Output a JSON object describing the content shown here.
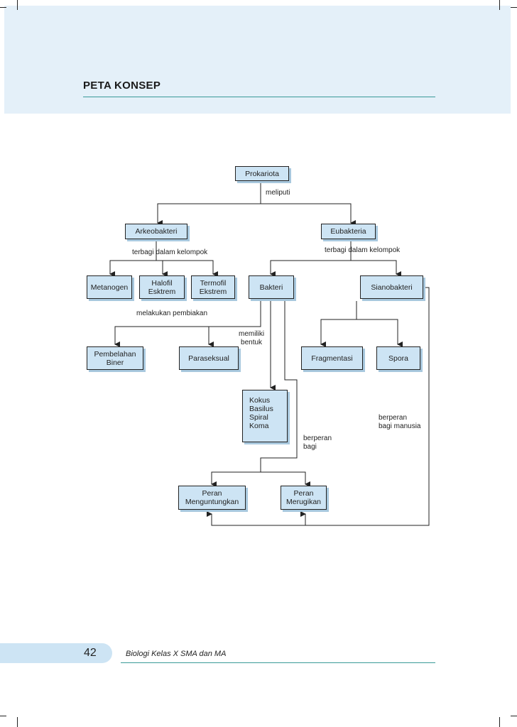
{
  "header": {
    "title": "PETA KONSEP"
  },
  "nodes": {
    "prokariota": "Prokariota",
    "arkeobakteri": "Arkeobakteri",
    "eubakteria": "Eubakteria",
    "metanogen": "Metanogen",
    "halofil": "Halofil\nEsktrem",
    "termofil": "Termofil\nEkstrem",
    "bakteri": "Bakteri",
    "sianobakteri": "Sianobakteri",
    "pembelahan": "Pembelahan\nBiner",
    "paraseksual": "Paraseksual",
    "fragmentasi": "Fragmentasi",
    "spora": "Spora",
    "bentuk": "Kokus\nBasilus\nSpiral\nKoma",
    "peran_menguntungkan": "Peran\nMenguntungkan",
    "peran_merugikan": "Peran\nMerugikan"
  },
  "edge_labels": {
    "meliputi": "meliputi",
    "terbagi_arkeo": "terbagi dalam kelompok",
    "terbagi_eu": "terbagi dalam kelompok",
    "pembiakan": "melakukan pembiakan",
    "memiliki_bentuk": "memiliki\nbentuk",
    "berperan_bagi": "berperan\nbagi",
    "berperan_manusia": "berperan\nbagi manusia"
  },
  "footer": {
    "page_number": "42",
    "book_title": "Biologi Kelas X SMA dan MA"
  }
}
